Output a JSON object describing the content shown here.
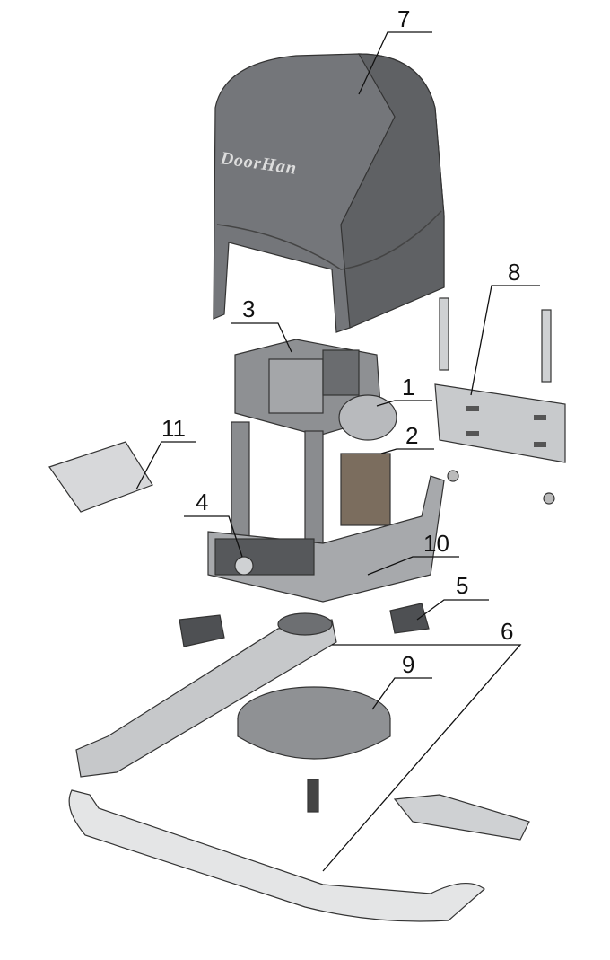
{
  "diagram": {
    "brand_logo": "DoorHan",
    "callouts": [
      "1",
      "2",
      "3",
      "4",
      "5",
      "6",
      "7",
      "8",
      "9",
      "10",
      "11"
    ],
    "colors": {
      "part_dark": "#6d6f72",
      "part_mid": "#9a9c9f",
      "part_light": "#cfd1d3",
      "line": "#111111"
    }
  }
}
